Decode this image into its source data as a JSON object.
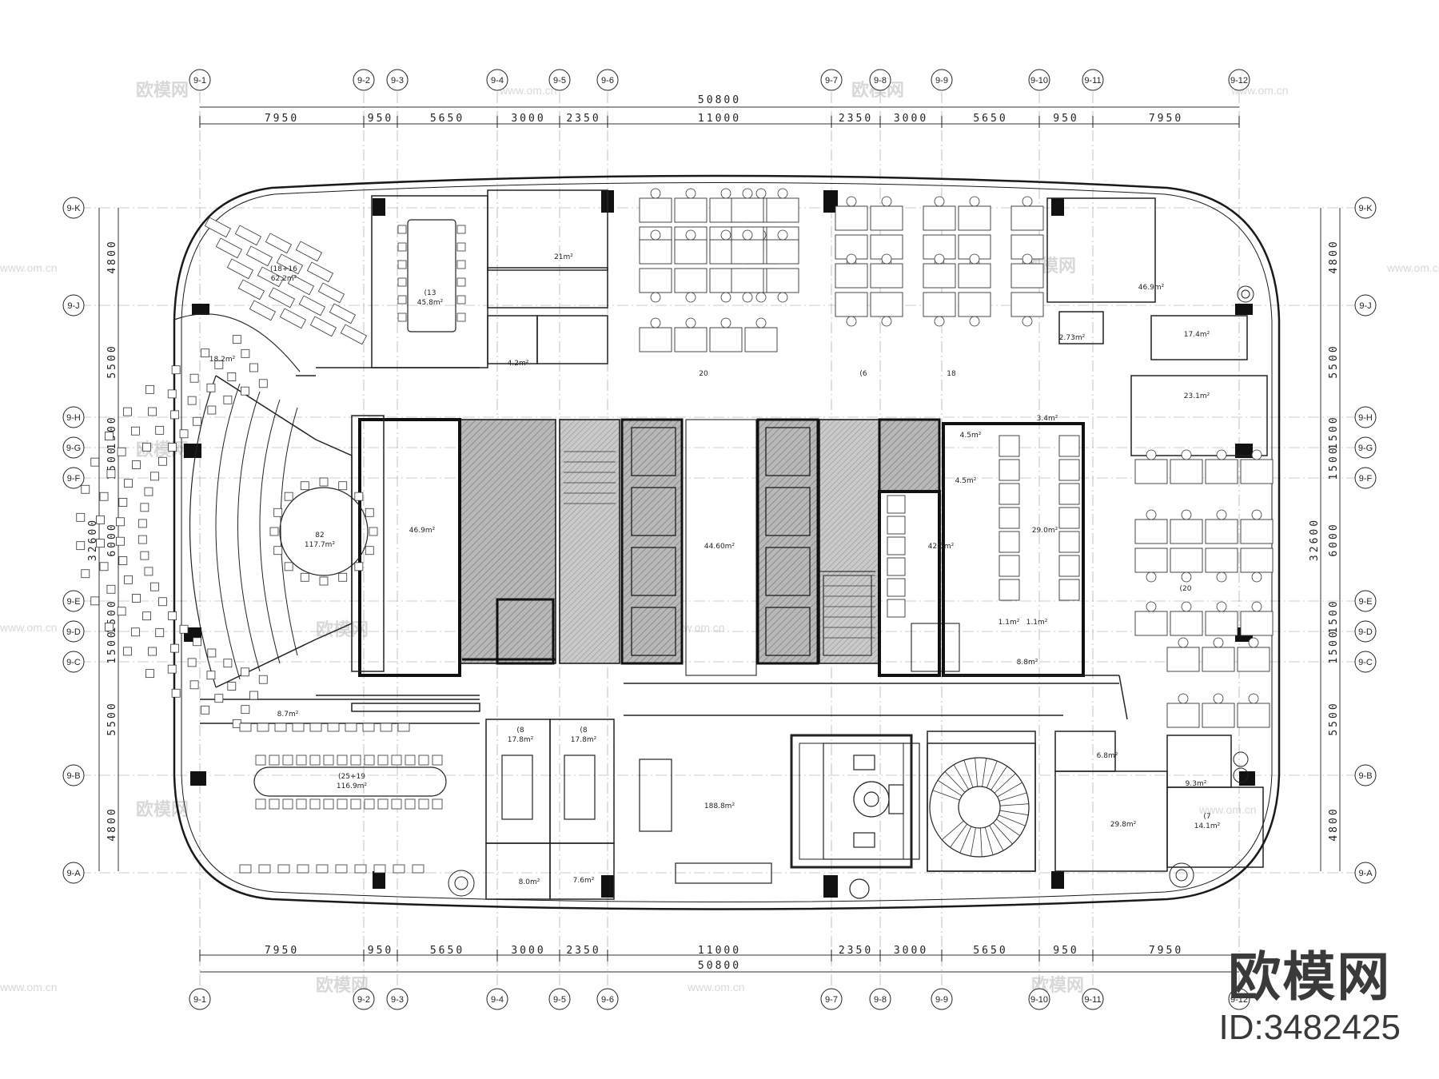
{
  "diagram": {
    "total_dim": "50800",
    "col_dims": [
      "7950",
      "950",
      "5650",
      "3000",
      "2350",
      "11000",
      "2350",
      "3000",
      "5650",
      "950",
      "7950"
    ],
    "row_dims_left": [
      "4800",
      "5500",
      "1500",
      "1500",
      "6000",
      "1500",
      "1500",
      "5500",
      "4800"
    ],
    "total_row_dim": "32600",
    "col_labels": [
      "9-1",
      "9-2",
      "9-3",
      "9-4",
      "9-5",
      "9-6",
      "9-7",
      "9-8",
      "9-9",
      "9-10",
      "9-11",
      "9-12"
    ],
    "row_labels": [
      "9-K",
      "9-J",
      "9-H",
      "9-G",
      "9-F",
      "9-E",
      "9-D",
      "9-C",
      "9-B",
      "9-A"
    ],
    "rooms": [
      {
        "name": "(18+16",
        "area": "62.2m²"
      },
      {
        "name": "",
        "area": "18.2m²"
      },
      {
        "name": "(13",
        "area": "45.8m²"
      },
      {
        "name": "",
        "area": "21m²"
      },
      {
        "name": "",
        "area": "4.2m²"
      },
      {
        "name": "20",
        "area": ""
      },
      {
        "name": "(6",
        "area": ""
      },
      {
        "name": "18",
        "area": ""
      },
      {
        "name": "",
        "area": "46.9m²"
      },
      {
        "name": "",
        "area": "2.73m²"
      },
      {
        "name": "",
        "area": "17.4m²"
      },
      {
        "name": "",
        "area": "23.1m²"
      },
      {
        "name": "82",
        "area": "117.7m²"
      },
      {
        "name": "",
        "area": "46.9m²"
      },
      {
        "name": "",
        "area": "44.60m²"
      },
      {
        "name": "",
        "area": "3.4m²"
      },
      {
        "name": "",
        "area": "4.5m²"
      },
      {
        "name": "",
        "area": "4.5m²"
      },
      {
        "name": "",
        "area": "42.5m²"
      },
      {
        "name": "",
        "area": "29.0m²"
      },
      {
        "name": "(20",
        "area": ""
      },
      {
        "name": "",
        "area": "1.1m²"
      },
      {
        "name": "",
        "area": "1.1m²"
      },
      {
        "name": "",
        "area": "8.8m²"
      },
      {
        "name": "",
        "area": "8.7m²"
      },
      {
        "name": "(25+19",
        "area": "116.9m²"
      },
      {
        "name": "(8",
        "area": "17.8m²"
      },
      {
        "name": "(8",
        "area": "17.8m²"
      },
      {
        "name": "",
        "area": "188.8m²"
      },
      {
        "name": "",
        "area": "6.8m²"
      },
      {
        "name": "",
        "area": "9.3m²"
      },
      {
        "name": "",
        "area": "29.8m²"
      },
      {
        "name": "(7",
        "area": "14.1m²"
      },
      {
        "name": "",
        "area": "8.0m²"
      },
      {
        "name": "",
        "area": "7.6m²"
      }
    ]
  },
  "watermark": {
    "text": "欧模网",
    "url": "www.om.cn",
    "brand_name": "欧模网",
    "brand_id": "ID:3482425"
  },
  "colors": {
    "line": "#1a1a1a",
    "hatch": "#9a9a9a",
    "watermark": "#d8d8d8",
    "brand": "#3a3a3a"
  }
}
